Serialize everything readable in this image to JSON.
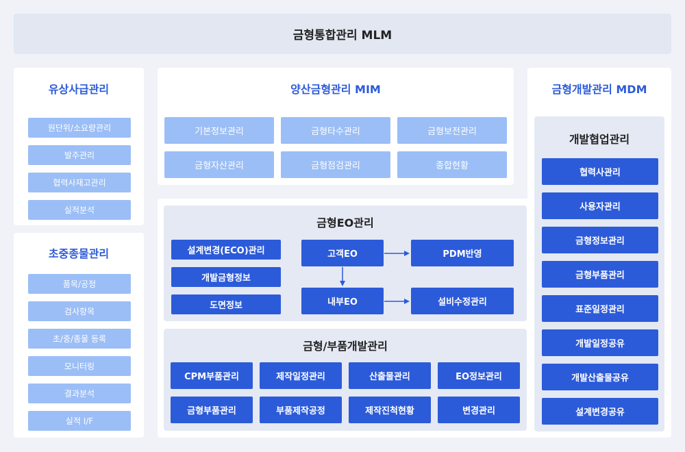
{
  "header": {
    "title": "금형통합관리 MLM"
  },
  "left_top": {
    "title": "유상사급관리",
    "items": [
      "원단위/소요량관리",
      "발주관리",
      "협력사재고관리",
      "실적분석"
    ]
  },
  "left_bottom": {
    "title": "초중종물관리",
    "items": [
      "품목/공정",
      "검사항목",
      "초/중/종물 등록",
      "모니터링",
      "결과분석",
      "실적 I/F"
    ]
  },
  "mim": {
    "title": "양산금형관리 MIM",
    "items": [
      "기본정보관리",
      "금형타수관리",
      "금형보전관리",
      "금형자산관리",
      "금형점검관리",
      "종합현황"
    ]
  },
  "eo": {
    "title": "금형EO관리",
    "left_items": [
      "설계변경(ECO)관리",
      "개발금형정보",
      "도면정보"
    ],
    "flow": {
      "customer_eo": "고객EO",
      "pdm": "PDM반영",
      "internal_eo": "내부EO",
      "equipment": "설비수정관리"
    }
  },
  "parts": {
    "title": "금형/부품개발관리",
    "items": [
      "CPM부품관리",
      "제작일정관리",
      "산출물관리",
      "EO정보관리",
      "금형부품관리",
      "부품제작공정",
      "제작진척현황",
      "변경관리"
    ]
  },
  "mdm": {
    "title": "금형개발관리 MDM",
    "sub_title": "개발협업관리",
    "items": [
      "협력사관리",
      "사용자관리",
      "금형정보관리",
      "금형부품관리",
      "표준일정관리",
      "개발일정공유",
      "개발산출물공유",
      "설계변경공유"
    ]
  }
}
